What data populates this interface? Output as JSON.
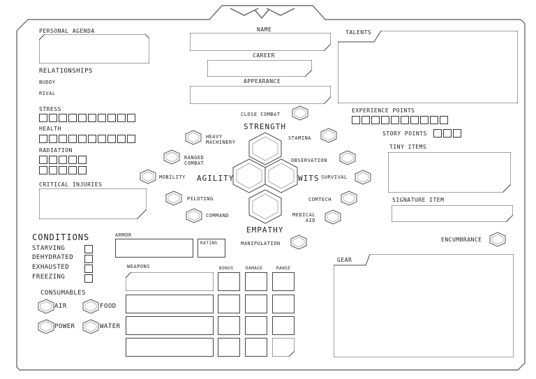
{
  "sheet": {
    "personal_agenda": "PERSONAL AGENDA",
    "relationships": "RELATIONSHIPS",
    "buddy": "BUDDY",
    "rival": "RIVAL",
    "stress": "STRESS",
    "health": "HEALTH",
    "radiation": "RADIATION",
    "critical_injuries": "CRITICAL INJURIES",
    "name": "NAME",
    "career": "CAREER",
    "appearance": "APPEARANCE",
    "talents": "TALENTS",
    "experience_points": "EXPERIENCE POINTS",
    "story_points": "STORY POINTS",
    "tiny_items": "TINY ITEMS",
    "signature_item": "SIGNATURE ITEM",
    "encumbrance": "ENCUMBRANCE",
    "gear": "GEAR",
    "conditions": "CONDITIONS",
    "starving": "STARVING",
    "dehydrated": "DEHYDRATED",
    "exhausted": "EXHAUSTED",
    "freezing": "FREEZING",
    "consumables": "CONSUMABLES",
    "air": "AIR",
    "food": "FOOD",
    "power": "POWER",
    "water": "WATER",
    "armor": "ARMOR",
    "rating": "RATING",
    "weapons": "WEAPONS",
    "bonus": "BONUS",
    "damage": "DAMAGE",
    "range": "RANGE"
  },
  "attributes": {
    "strength": "STRENGTH",
    "agility": "AGILITY",
    "wits": "WITS",
    "empathy": "EMPATHY"
  },
  "skills": {
    "close_combat": "CLOSE COMBAT",
    "heavy_machinery": "HEAVY\nMACHINERY",
    "stamina": "STAMINA",
    "ranged_combat": "RANGED\nCOMBAT",
    "observation": "OBSERVATION",
    "mobility": "MOBILITY",
    "survival": "SURVIVAL",
    "piloting": "PILOTING",
    "comtech": "COMTECH",
    "command": "COMMAND",
    "medical_aid": "MEDICAL\nAID",
    "manipulation": "MANIPULATION"
  },
  "counts": {
    "stress_boxes": 10,
    "health_boxes": 10,
    "radiation_boxes": 10,
    "xp_boxes": 10,
    "story_boxes": 3
  },
  "colors": {
    "line": "#444444",
    "hex_line": "#555555",
    "text": "#222222"
  }
}
